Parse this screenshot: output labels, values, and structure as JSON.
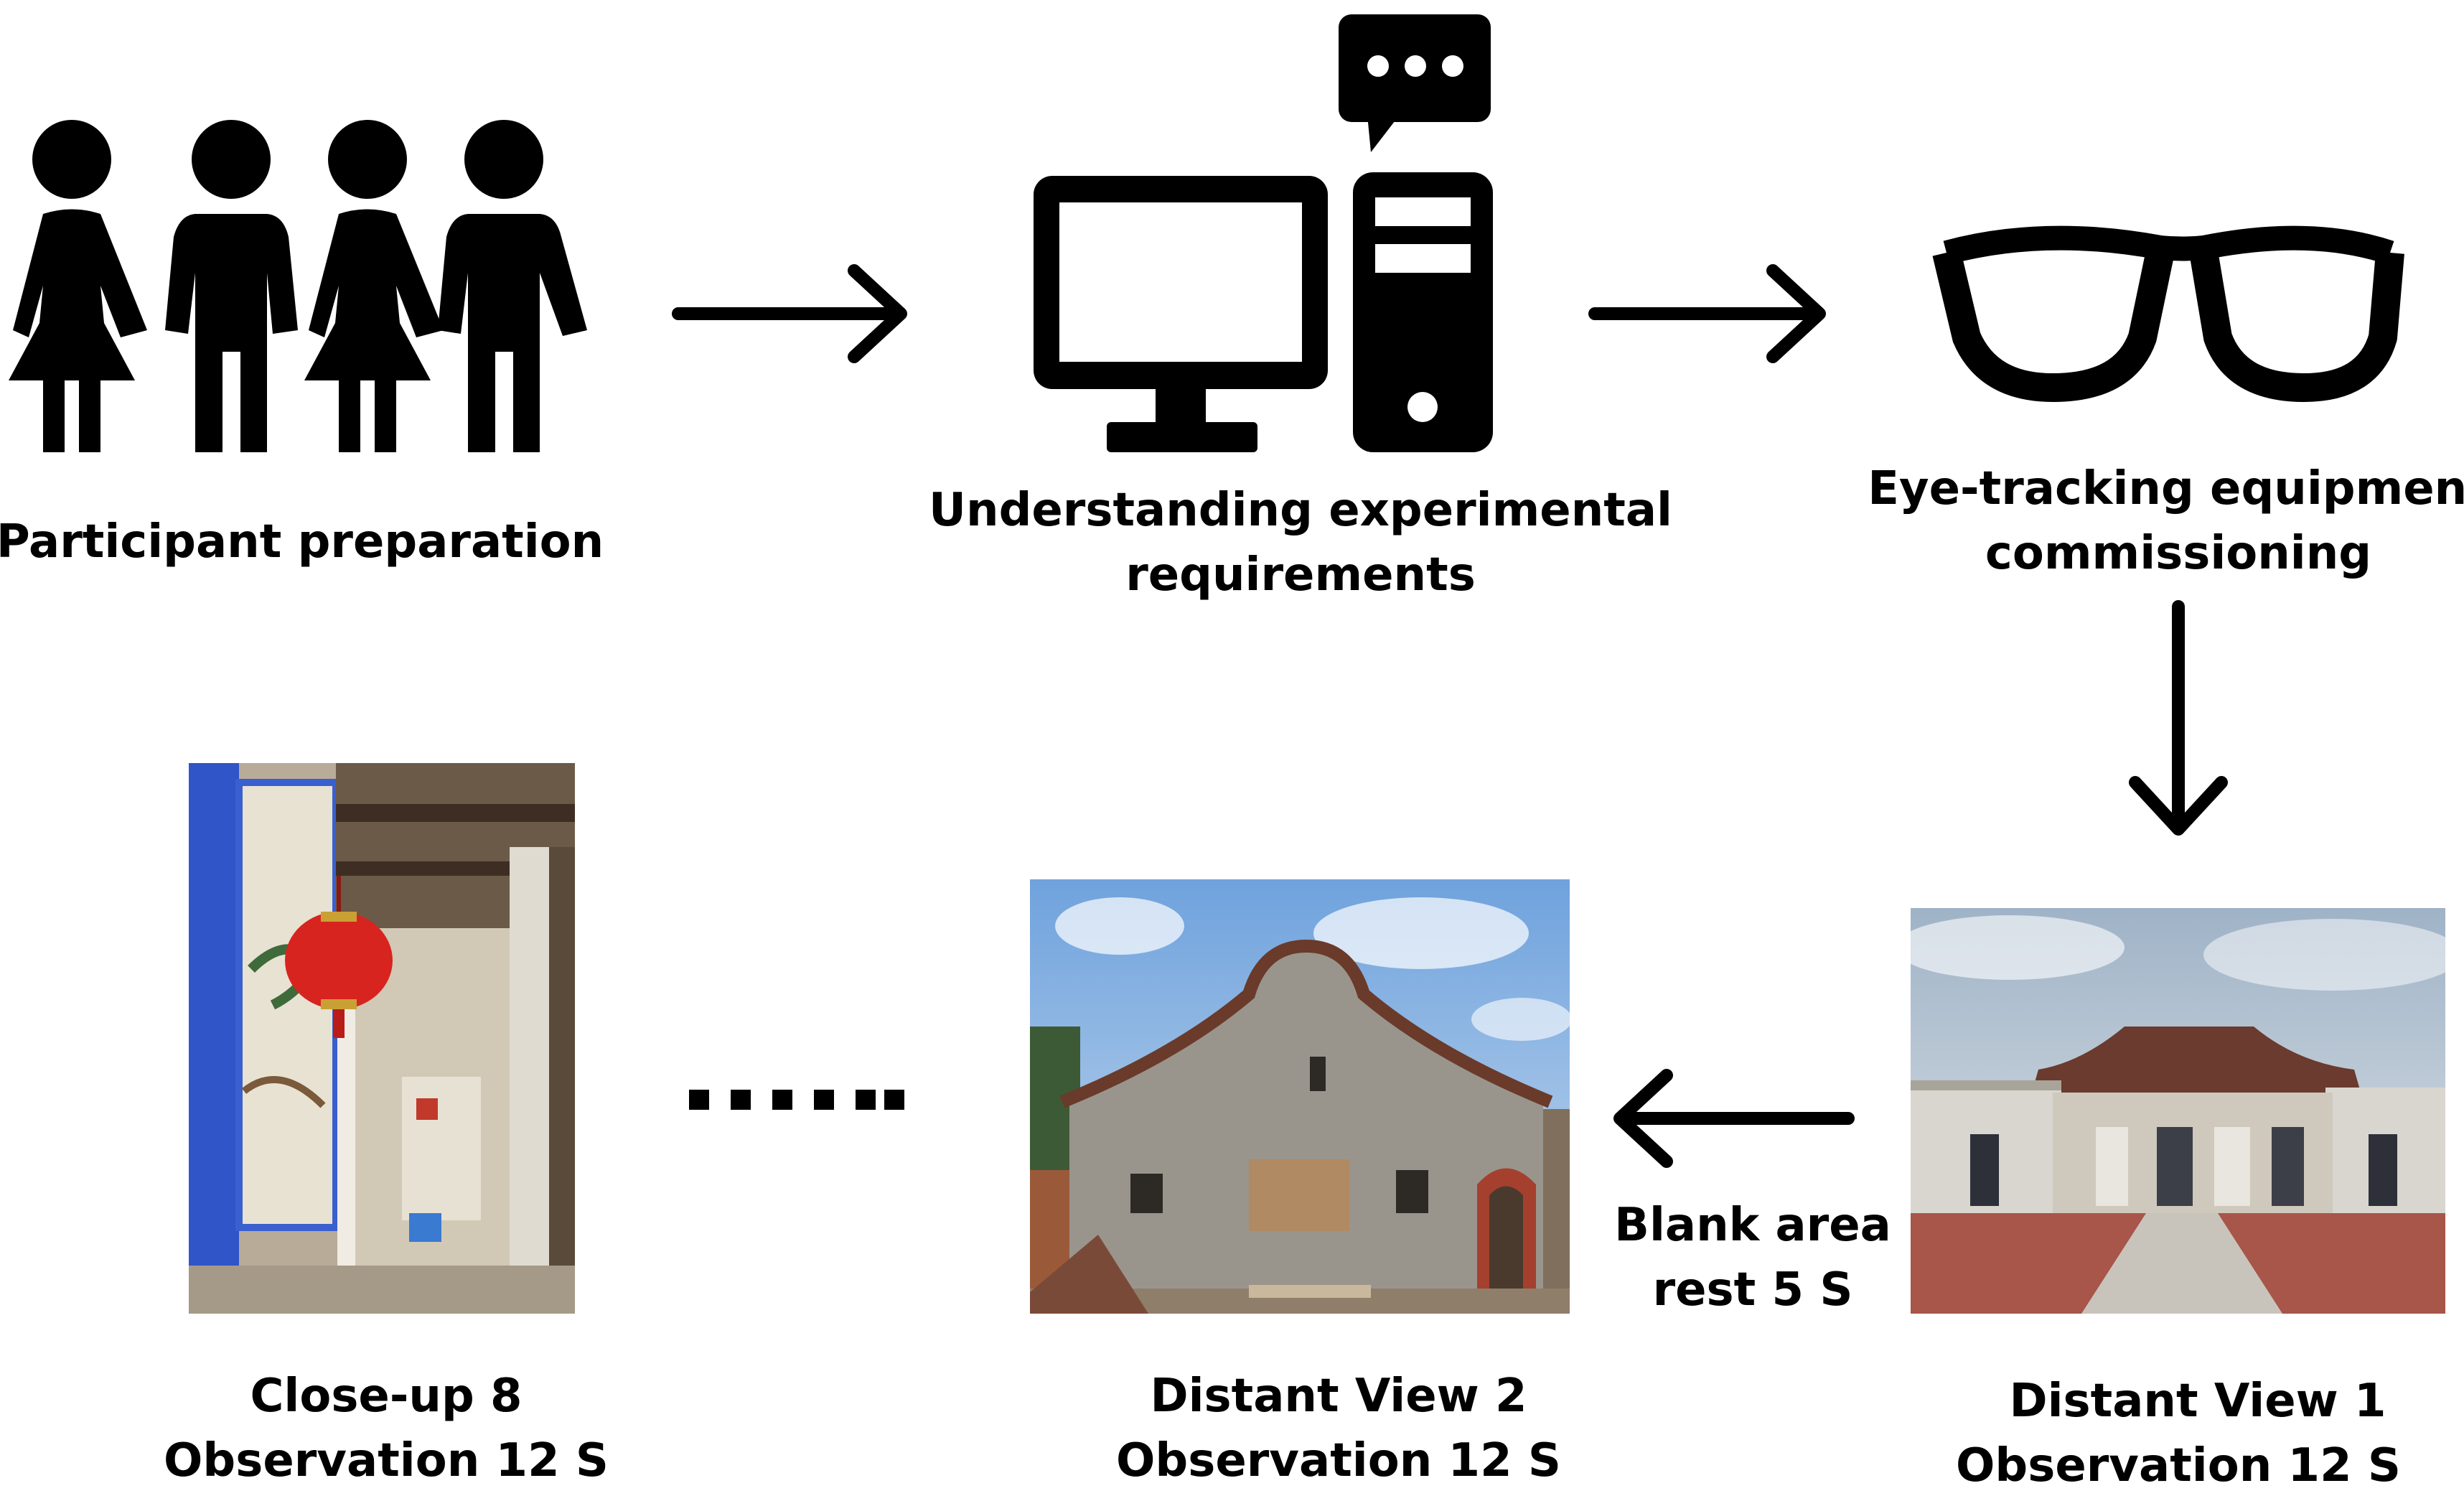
{
  "steps": {
    "participants": {
      "label": "Participant preparation",
      "icon": "people-holding-hands-icon"
    },
    "understanding": {
      "line1": "Understanding experimental",
      "line2": "requirements",
      "icon": "computer-with-speech-bubble-icon"
    },
    "eyetracking": {
      "line1": "Eye-tracking equipment",
      "line2": "commissioning",
      "icon": "glasses-icon"
    },
    "distant1": {
      "line1": "Distant View 1",
      "line2": "Observation 12 S"
    },
    "distant2": {
      "line1": "Distant View 2",
      "line2": "Observation 12 S"
    },
    "closeup8": {
      "line1": "Close-up 8",
      "line2": "Observation 12 S"
    }
  },
  "rest": {
    "line1": "Blank area",
    "line2": "rest 5 S"
  },
  "colors": {
    "ink": "#000000",
    "sky": "#7fb0e6",
    "brick": "#a8554a",
    "wall": "#9a958c",
    "lantern": "#d8241f",
    "tile": "#2f55c8"
  }
}
